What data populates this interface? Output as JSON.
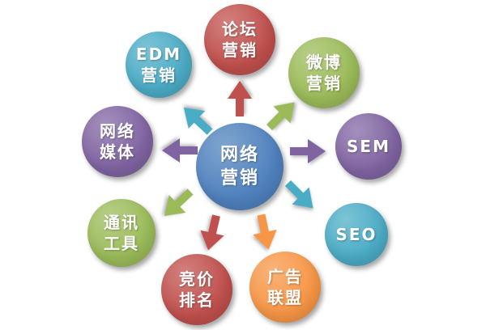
{
  "diagram": {
    "center": {
      "label": "网络\n营销",
      "color": "#4f81bd"
    },
    "nodes": [
      {
        "id": "forum-marketing",
        "label": "论坛\n营销",
        "color": "#c0504d"
      },
      {
        "id": "weibo-marketing",
        "label": "微博\n营销",
        "color": "#9bbb59"
      },
      {
        "id": "sem",
        "label": "SEM",
        "color": "#8064a2"
      },
      {
        "id": "seo",
        "label": "SEO",
        "color": "#4bacc6"
      },
      {
        "id": "ad-alliance",
        "label": "广告\n联盟",
        "color": "#f79646"
      },
      {
        "id": "bid-ranking",
        "label": "竞价\n排名",
        "color": "#c0504d"
      },
      {
        "id": "im-tools",
        "label": "通讯\n工具",
        "color": "#9bbb59"
      },
      {
        "id": "web-media",
        "label": "网络\n媒体",
        "color": "#8064a2"
      },
      {
        "id": "edm-marketing",
        "label": "EDM\n营销",
        "color": "#4bacc6"
      }
    ],
    "arrows": [
      {
        "to": "forum-marketing",
        "direction": "up",
        "color": "#c0504d"
      },
      {
        "to": "weibo-marketing",
        "direction": "up-right",
        "color": "#9bbb59"
      },
      {
        "to": "sem",
        "direction": "right",
        "color": "#8064a2"
      },
      {
        "to": "seo",
        "direction": "down-right",
        "color": "#4bacc6"
      },
      {
        "to": "ad-alliance",
        "direction": "down",
        "color": "#f79646"
      },
      {
        "to": "bid-ranking",
        "direction": "down",
        "color": "#c0504d"
      },
      {
        "to": "im-tools",
        "direction": "down-left",
        "color": "#9bbb59"
      },
      {
        "to": "web-media",
        "direction": "left",
        "color": "#8064a2"
      },
      {
        "to": "edm-marketing",
        "direction": "up-left",
        "color": "#4bacc6"
      }
    ]
  }
}
